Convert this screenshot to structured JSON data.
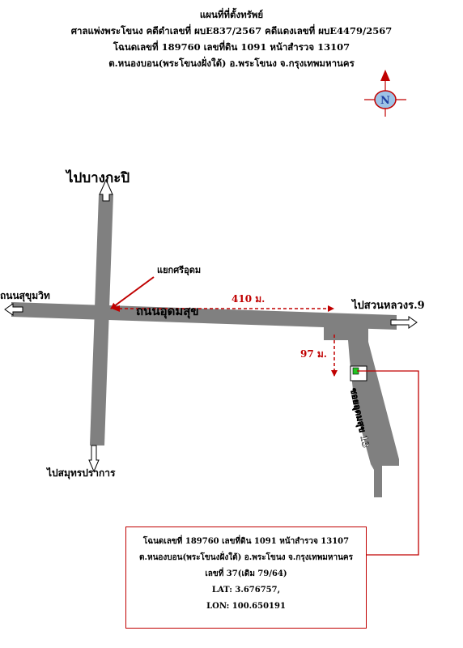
{
  "header": {
    "line1": "แผนที่ที่ตั้งทรัพย์",
    "line2": "ศาลแพ่งพระโขนง คดีดำเลขที่ ผบE837/2567 คดีแดงเลขที่ ผบE4479/2567",
    "line3": "โฉนดเลขที่ 189760 เลขที่ดิน 1091 หน้าสำรวจ 13107",
    "line4": "ต.หนองบอน(พระโขนงฝั่งใต้) อ.พระโขนง จ.กรุงเทพมหานคร"
  },
  "compass": {
    "letter": "N"
  },
  "labels": {
    "north_dest": "ไปบางกะปิ",
    "west_dest": "ถนนสุขุมวิท",
    "east_dest": "ไปสวนหลวงร.9",
    "south_dest": "ไปสมุทรปราการ",
    "intersection": "แยกศรีอุดม",
    "main_road": "ถนนอุดมสุข",
    "soi_name": "ซอยอุดมสุข 13",
    "distance_main": "410 ม.",
    "distance_soi": "97 ม."
  },
  "info_box": {
    "line1": "โฉนดเลขที่ 189760 เลขที่ดิน 1091 หน้าสำรวจ 13107",
    "line2": "ต.หนองบอน(พระโขนงฝั่งใต้) อ.พระโขนง จ.กรุงเทพมหานคร",
    "line3": "เลขที่ 37(เดิม 79/64)",
    "line4": "LAT: 3.676757,",
    "line5": "LON: 100.650191"
  },
  "colors": {
    "road": "#808080",
    "accent_red": "#c00000",
    "compass_fill": "#9dc3e6",
    "compass_letter": "#1f3fa0",
    "marker_green": "#22c322"
  }
}
